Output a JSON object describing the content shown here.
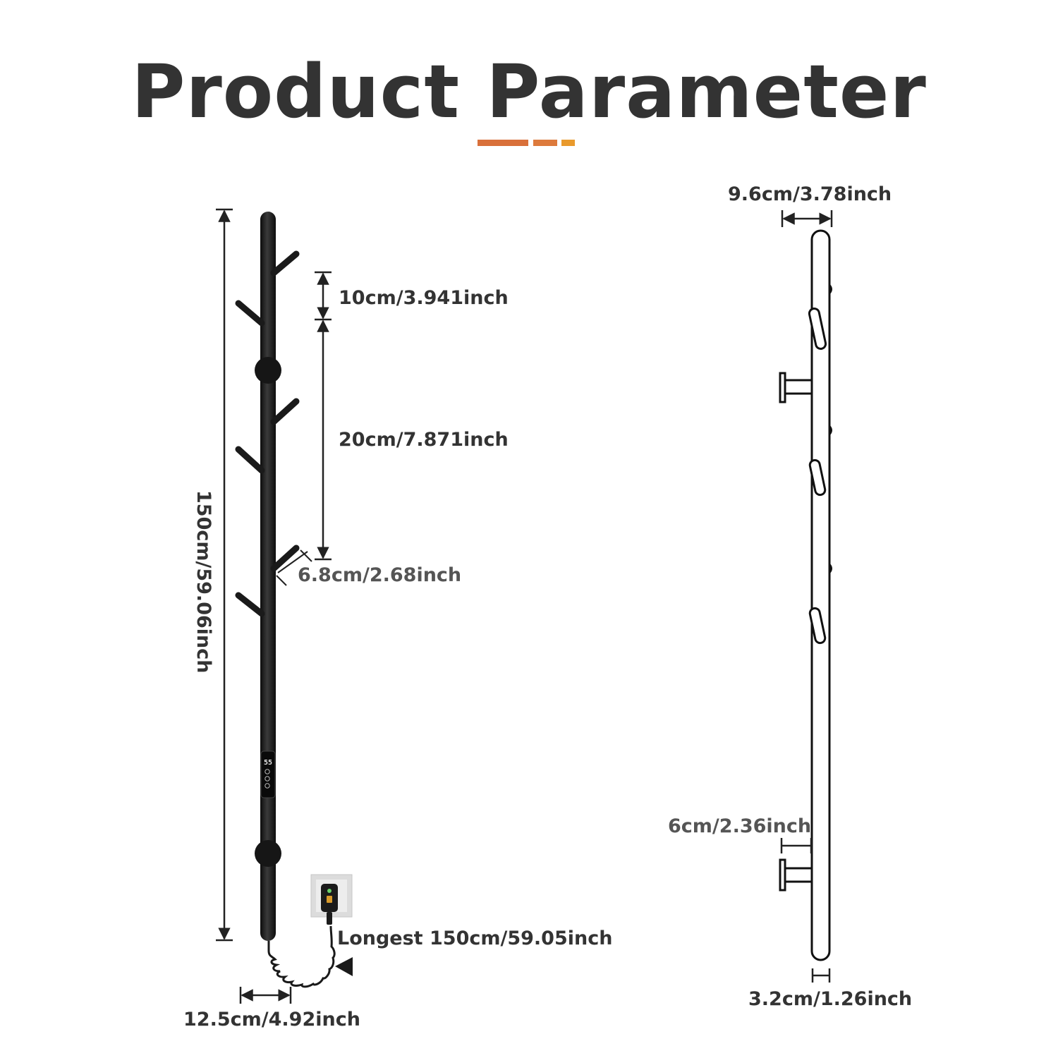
{
  "title": "Product Parameter",
  "colors": {
    "text": "#333333",
    "accent_1": "#D9703A",
    "accent_2": "#DD7A3C",
    "accent_3": "#E99A2C",
    "rack": "#1a1a1a"
  },
  "front_view": {
    "height_label": "150cm/59.06inch",
    "top_spacing_label": "10cm/3.941inch",
    "hook_spacing_label": "20cm/7.871inch",
    "hook_length_label": "6.8cm/2.68inch",
    "cable_label": "Longest 150cm/59.05inch",
    "base_width_label": "12.5cm/4.92inch",
    "display_reading": "55",
    "buttons": [
      "power-button-icon",
      "mode-button-icon",
      "timer-button-icon"
    ]
  },
  "side_view": {
    "depth_label": "9.6cm/3.78inch",
    "mount_depth_label": "6cm/2.36inch",
    "tube_diameter_label": "3.2cm/1.26inch"
  }
}
